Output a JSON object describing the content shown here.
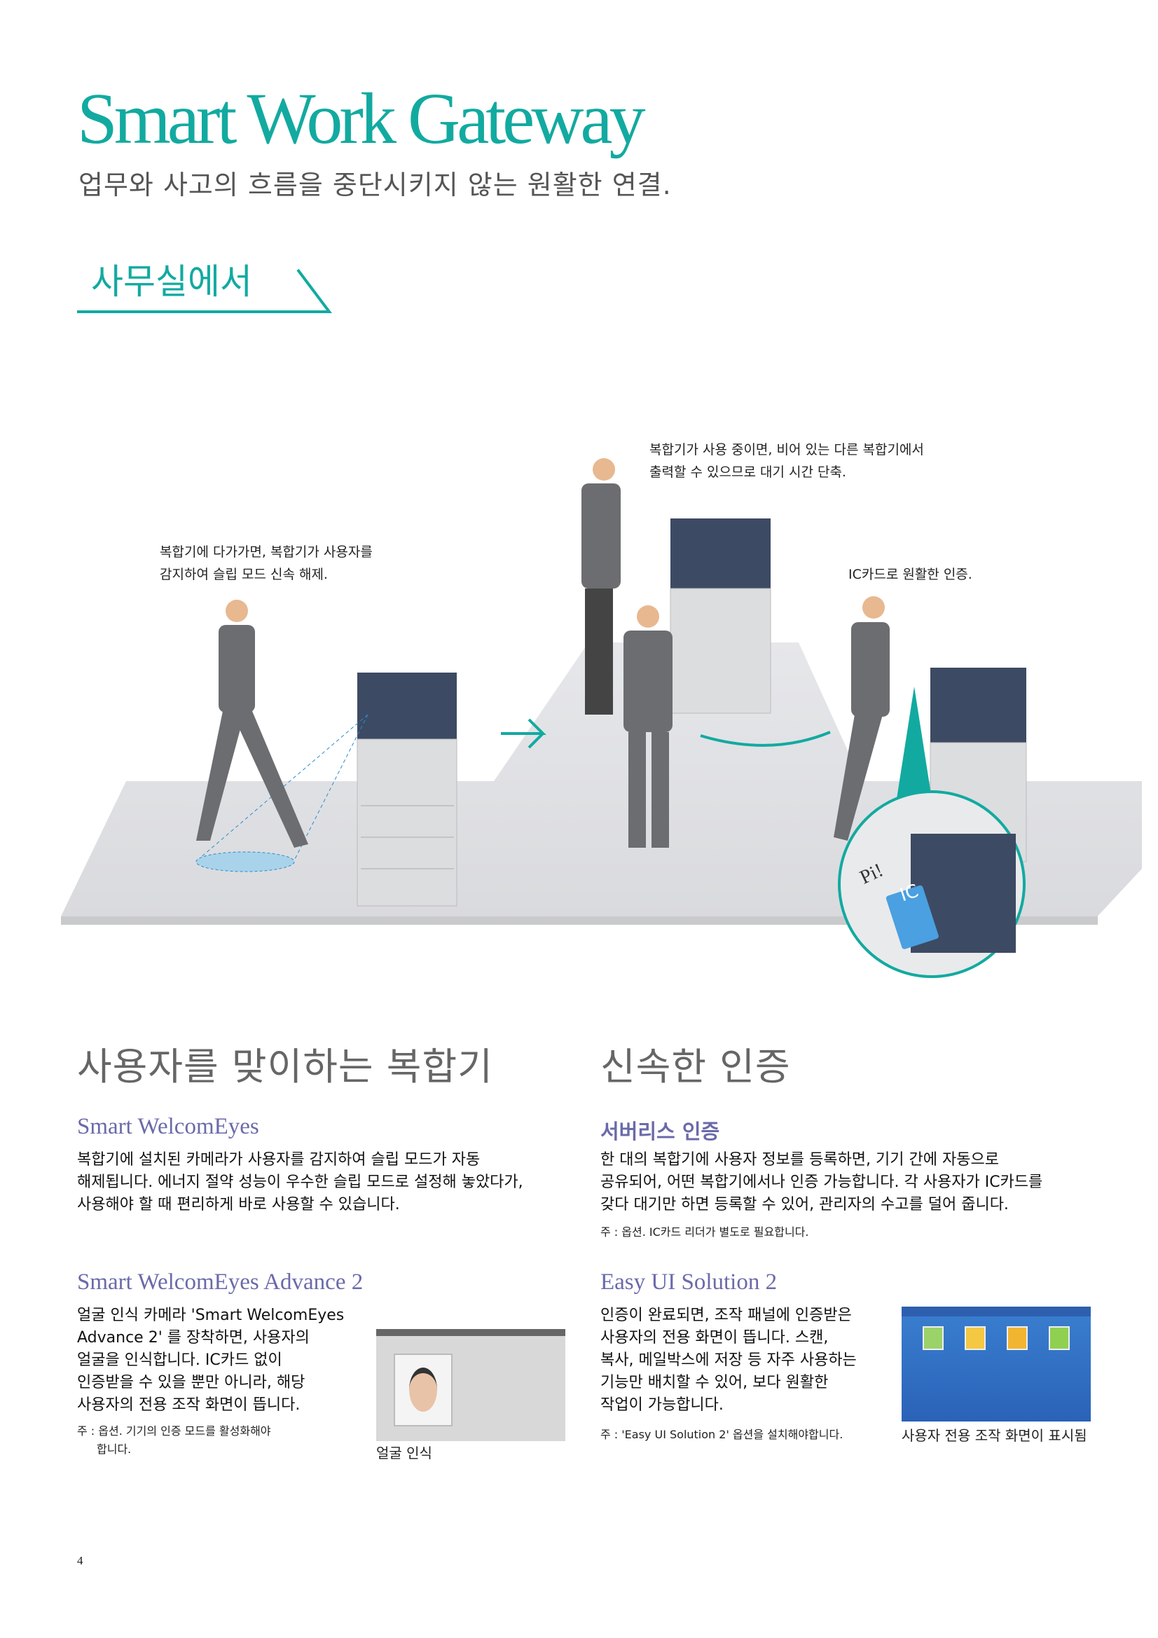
{
  "header": {
    "title": "Smart Work Gateway",
    "subtitle": "업무와 사고의 흐름을 중단시키지 않는 원활한 연결.",
    "section_label": "사무실에서"
  },
  "illustration": {
    "caption_1": [
      "복합기에 다가가면, 복합기가 사용자를",
      "감지하여 슬립 모드 신속 해제."
    ],
    "caption_2": [
      "복합기가 사용 중이면, 비어 있는 다른 복합기에서",
      "출력할 수 있으므로 대기 시간 단축."
    ],
    "caption_3": "IC카드로 원활한 인증.",
    "card_label": "IC",
    "beep_label": "Pi!"
  },
  "left_column": {
    "heading": "사용자를 맞이하는 복합기",
    "feature_1": {
      "title": "Smart WelcomEyes",
      "body": [
        "복합기에 설치된 카메라가 사용자를 감지하여 슬립 모드가 자동",
        "해제됩니다. 에너지 절약 성능이 우수한 슬립 모드로 설정해 놓았다가,",
        "사용해야 할 때 편리하게 바로 사용할 수 있습니다."
      ]
    },
    "feature_2": {
      "title": "Smart WelcomEyes Advance 2",
      "body": [
        "얼굴 인식 카메라 'Smart WelcomEyes",
        "Advance 2' 를 장착하면, 사용자의",
        "얼굴을 인식합니다. IC카드 없이",
        "인증받을 수 있을 뿐만 아니라, 해당",
        "사용자의 전용 조작 화면이 뜹니다."
      ],
      "note": [
        "주 : 옵션. 기기의 인증 모드를 활성화해야",
        "합니다."
      ],
      "figure_caption": "얼굴 인식"
    }
  },
  "right_column": {
    "heading": "신속한 인증",
    "feature_1": {
      "title": "서버리스 인증",
      "body": [
        "한 대의 복합기에 사용자 정보를 등록하면, 기기 간에 자동으로",
        "공유되어, 어떤 복합기에서나 인증 가능합니다. 각 사용자가 IC카드를",
        "갖다 대기만 하면 등록할 수 있어, 관리자의 수고를 덜어 줍니다."
      ],
      "note": "주 : 옵션. IC카드 리더가 별도로 필요합니다."
    },
    "feature_2": {
      "title": "Easy UI Solution 2",
      "body": [
        "인증이 완료되면, 조작 패널에 인증받은",
        "사용자의 전용 화면이 뜹니다. 스캔,",
        "복사, 메일박스에 저장 등 자주 사용하는",
        "기능만 배치할 수 있어, 보다 원활한",
        "작업이 가능합니다."
      ],
      "note": "주 : 'Easy UI Solution 2' 옵션을 설치해야합니다.",
      "figure_caption": "사용자 전용 조작 화면이 표시됨"
    }
  },
  "footer": {
    "page_number": "4"
  },
  "colors": {
    "accent": "#12aaa0",
    "subheading": "#6a6aaa",
    "printer": "#3d4a63"
  }
}
